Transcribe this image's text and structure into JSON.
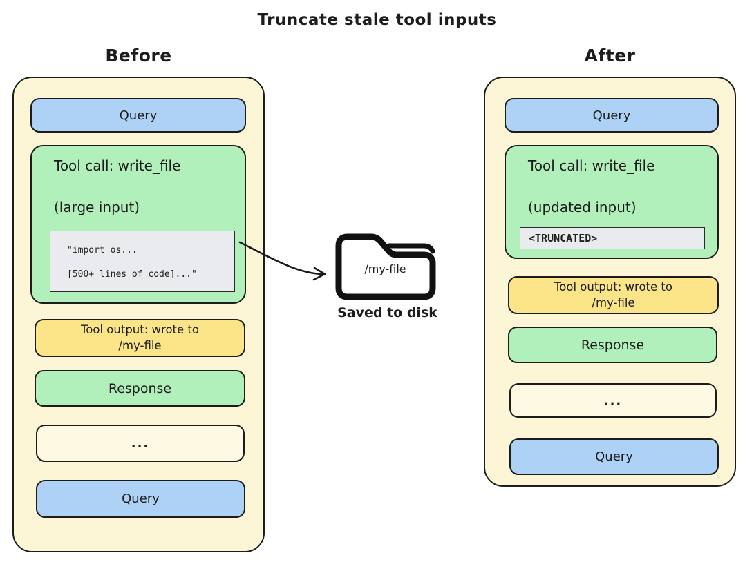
{
  "title": "Truncate stale tool inputs",
  "before": {
    "label": "Before",
    "query_top": "Query",
    "tool_call": {
      "title": "Tool call: write_file",
      "subtitle": "(large input)",
      "code_line1": "\"import os...",
      "code_line2": "[500+ lines of code]...\""
    },
    "tool_output_line1": "Tool output: wrote to",
    "tool_output_line2": "/my-file",
    "response": "Response",
    "ellipsis": "...",
    "query_bottom": "Query"
  },
  "after": {
    "label": "After",
    "query_top": "Query",
    "tool_call": {
      "title": "Tool call: write_file",
      "subtitle": "(updated input)",
      "truncated": "<TRUNCATED>"
    },
    "tool_output_line1": "Tool output: wrote to",
    "tool_output_line2": "/my-file",
    "response": "Response",
    "ellipsis": "...",
    "query_bottom": "Query"
  },
  "disk": {
    "folder_label": "/my-file",
    "caption": "Saved to disk"
  },
  "colors": {
    "panel_cream": "#fcf6d6",
    "message_blue": "#aed1f6",
    "message_green": "#b2f0bb",
    "message_yellow": "#fbe588",
    "code_gray": "#eaebee",
    "stroke": "#1c1c1c"
  }
}
